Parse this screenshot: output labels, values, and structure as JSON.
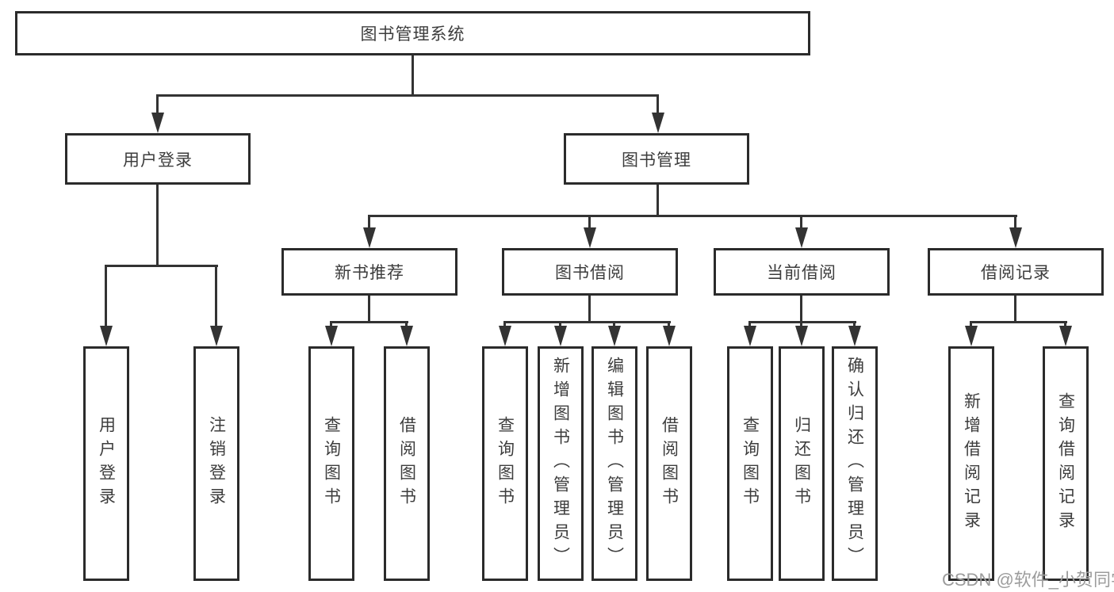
{
  "diagram": {
    "root": {
      "label": "图书管理系统"
    },
    "branches": [
      {
        "label": "用户登录",
        "children": [
          {
            "label": "用户登录"
          },
          {
            "label": "注销登录"
          }
        ]
      },
      {
        "label": "图书管理",
        "children": [
          {
            "label": "新书推荐",
            "children": [
              {
                "label": "查询图书"
              },
              {
                "label": "借阅图书"
              }
            ]
          },
          {
            "label": "图书借阅",
            "children": [
              {
                "label": "查询图书"
              },
              {
                "label": "新增图书（管理员）"
              },
              {
                "label": "编辑图书（管理员）"
              },
              {
                "label": "借阅图书"
              }
            ]
          },
          {
            "label": "当前借阅",
            "children": [
              {
                "label": "查询图书"
              },
              {
                "label": "归还图书"
              },
              {
                "label": "确认归还（管理员）"
              }
            ]
          },
          {
            "label": "借阅记录",
            "children": [
              {
                "label": "新增借阅记录"
              },
              {
                "label": "查询借阅记录"
              }
            ]
          }
        ]
      }
    ]
  },
  "watermark": {
    "text": "CSDN @软件_小贺同学"
  },
  "colors": {
    "line": "#333333",
    "box_border": "#2b2b2b",
    "text": "#3d3d3d",
    "watermark": "#9c9c9c",
    "background": "#ffffff"
  }
}
